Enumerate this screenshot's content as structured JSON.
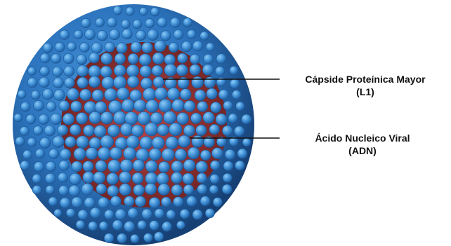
{
  "labels": [
    {
      "line1": "Cápside Proteínica Mayor",
      "line2": "(L1)"
    },
    {
      "line1": "Ácido Nucleico Viral",
      "line2": "(ADN)"
    }
  ],
  "colors": {
    "capsomere": "#3f8fd6",
    "capsomere_highlight": "#8ccaf5",
    "capsomere_shadow": "#1f5d9e",
    "shell": "#2c74bd",
    "shell_dark": "#163f73",
    "nucleic_acid": "#a23a3a",
    "leader_line": "#111111"
  }
}
